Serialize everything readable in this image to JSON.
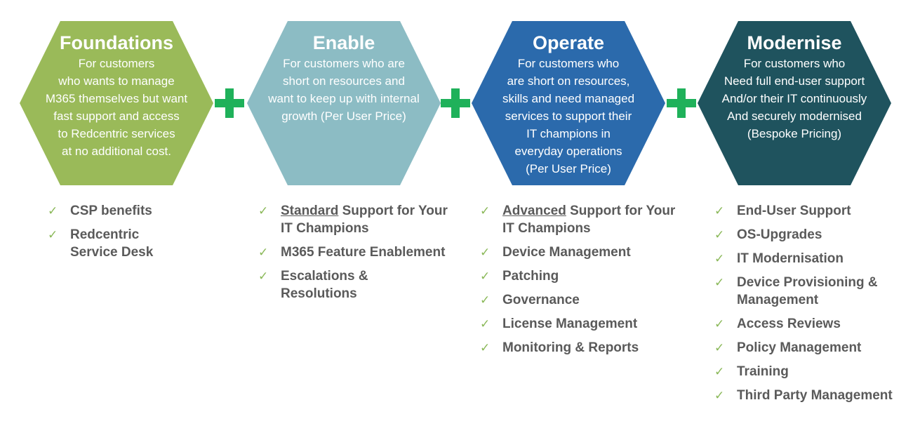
{
  "tiers": [
    {
      "title": "Foundations",
      "description": "For customers\nwho wants to manage\nM365 themselves but want\nfast support and access\nto Redcentric services\nat no additional cost.",
      "color": "#9aba59",
      "features": [
        {
          "prefix": "",
          "text": "CSP benefits"
        },
        {
          "prefix": "",
          "text": "Redcentric Service Desk"
        }
      ]
    },
    {
      "title": "Enable",
      "description": "For customers who are\nshort on resources and\nwant to keep up with internal\ngrowth (Per User Price)",
      "color": "#8cbcc4",
      "features": [
        {
          "prefix": "Standard",
          "text": " Support for Your IT Champions"
        },
        {
          "prefix": "",
          "text": "M365 Feature Enablement"
        },
        {
          "prefix": "",
          "text": "Escalations & Resolutions"
        }
      ]
    },
    {
      "title": "Operate",
      "description": "For customers who\nare short on resources,\nskills and need managed\nservices to support their\nIT champions in\neveryday operations\n(Per User Price)",
      "color": "#2b6aac",
      "features": [
        {
          "prefix": "Advanced",
          "text": " Support for Your IT Champions"
        },
        {
          "prefix": "",
          "text": "Device Management"
        },
        {
          "prefix": "",
          "text": "Patching"
        },
        {
          "prefix": "",
          "text": "Governance"
        },
        {
          "prefix": "",
          "text": "License Management"
        },
        {
          "prefix": "",
          "text": "Monitoring & Reports"
        }
      ]
    },
    {
      "title": "Modernise",
      "description": "For customers who\nNeed full end-user support\nAnd/or their IT continuously\nAnd securely modernised\n(Bespoke Pricing)",
      "color": "#1f535e",
      "features": [
        {
          "prefix": "",
          "text": "End-User Support"
        },
        {
          "prefix": "",
          "text": "OS-Upgrades"
        },
        {
          "prefix": "",
          "text": "IT Modernisation"
        },
        {
          "prefix": "",
          "text": "Device Provisioning & Management"
        },
        {
          "prefix": "",
          "text": "Access Reviews"
        },
        {
          "prefix": "",
          "text": "Policy Management"
        },
        {
          "prefix": "",
          "text": "Training"
        },
        {
          "prefix": "",
          "text": "Third Party Management"
        }
      ]
    }
  ],
  "check_symbol": "✓",
  "check_color": "#8ab858",
  "plus_color": "#1fb15a"
}
